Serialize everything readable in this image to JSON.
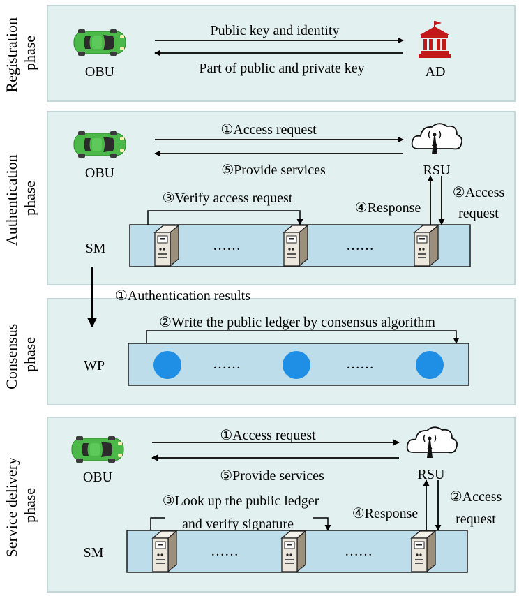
{
  "colors": {
    "panel_fill": "#e3f0f0",
    "panel_stroke": "#c4d6d8",
    "server_bar_fill": "#bcdde9",
    "wp_node": "#1f8fe6",
    "car_body": "#4db84a",
    "ad_building": "#c0181b"
  },
  "icons": {
    "obu": "car-icon",
    "ad": "government-building-icon",
    "rsu": "cloud-antenna-icon",
    "sm_node": "server-icon",
    "wp_node": "circle-node-icon"
  },
  "registration": {
    "phase_label": [
      "Registration",
      "phase"
    ],
    "obu_label": "OBU",
    "ad_label": "AD",
    "msg_top": "Public key and identity",
    "msg_bottom": "Part of public and private key"
  },
  "authentication": {
    "phase_label": [
      "Authentication",
      "phase"
    ],
    "obu_label": "OBU",
    "rsu_label": "RSU",
    "sm_label": "SM",
    "msg1": "①Access request",
    "msg5": "⑤Provide services",
    "msg3": "③Verify access request",
    "msg4": "④Response",
    "msg2_line1": "②Access",
    "msg2_line2": "request",
    "dots": "……"
  },
  "consensus": {
    "phase_label": [
      "Consensus",
      "phase"
    ],
    "wp_label": "WP",
    "msg1": "①Authentication results",
    "msg2": "②Write the public ledger by consensus algorithm",
    "dots": "……"
  },
  "service": {
    "phase_label": [
      "Service delivery",
      "phase"
    ],
    "obu_label": "OBU",
    "rsu_label": "RSU",
    "sm_label": "SM",
    "msg1": "①Access request",
    "msg5": "⑤Provide services",
    "msg3_line1": "③Look up the public ledger",
    "msg3_line2": "and verify signature",
    "msg4": "④Response",
    "msg2_line1": "②Access",
    "msg2_line2": "request",
    "dots": "……"
  }
}
